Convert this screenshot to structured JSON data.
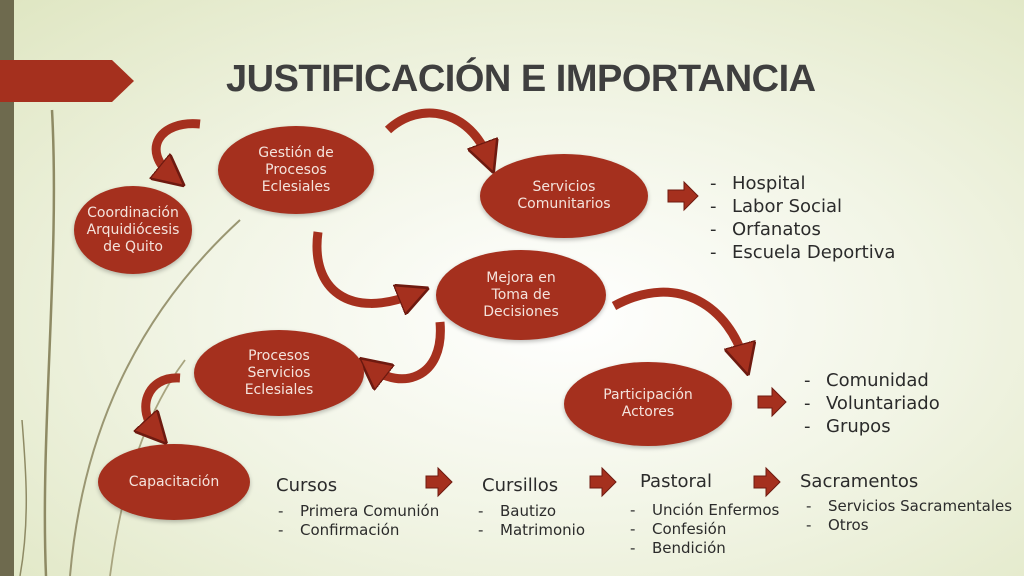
{
  "slide": {
    "title": "JUSTIFICACIÓN E IMPORTANCIA",
    "accent_color": "#a5301e",
    "bar_color": "#6e6a4e"
  },
  "nodes": {
    "coordinacion": "Coordinación Arquidiócesis de Quito",
    "gestion": "Gestión de Procesos Eclesiales",
    "servicios_comunitarios": "Servicios Comunitarios",
    "mejora": "Mejora en Toma de Decisiones",
    "procesos": "Procesos Servicios Eclesiales",
    "participacion": "Participación Actores",
    "capacitacion": "Capacitación"
  },
  "servicios_list": [
    "Hospital",
    "Labor Social",
    "Orfanatos",
    "Escuela Deportiva"
  ],
  "actores_list": [
    "Comunidad",
    "Voluntariado",
    "Grupos"
  ],
  "capacitacion_flow": [
    {
      "heading": "Cursos",
      "items": [
        "Primera Comunión",
        "Confirmación"
      ]
    },
    {
      "heading": "Cursillos",
      "items": [
        "Bautizo",
        "Matrimonio"
      ]
    },
    {
      "heading": "Pastoral",
      "items": [
        "Unción Enfermos",
        "Confesión",
        "Bendición"
      ]
    },
    {
      "heading": "Sacramentos",
      "items": [
        "Servicios Sacramentales",
        "Otros"
      ]
    }
  ],
  "icons": {
    "curved_arrow": "curved-arrow-icon",
    "straight_arrow": "right-arrow-icon"
  }
}
